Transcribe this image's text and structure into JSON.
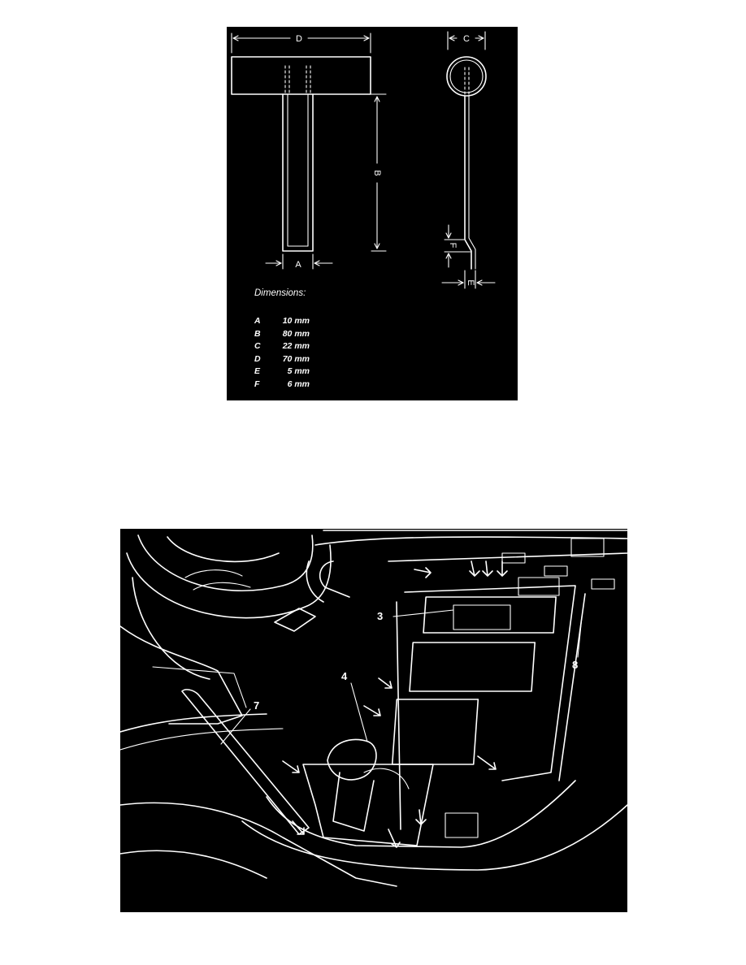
{
  "tool_drawing": {
    "labels": {
      "a": "A",
      "b": "B",
      "c": "C",
      "d": "D",
      "e": "E",
      "f": "F"
    },
    "dimensions_title": "Dimensions:",
    "dimensions": [
      {
        "key": "A",
        "value": "10 mm"
      },
      {
        "key": "B",
        "value": "80 mm"
      },
      {
        "key": "C",
        "value": "22 mm"
      },
      {
        "key": "D",
        "value": "70 mm"
      },
      {
        "key": "E",
        "value": "5 mm"
      },
      {
        "key": "F",
        "value": "6 mm"
      }
    ]
  },
  "console_illustration": {
    "callouts": {
      "c3": "3",
      "c4": "4",
      "c7": "7",
      "c8": "8"
    }
  }
}
